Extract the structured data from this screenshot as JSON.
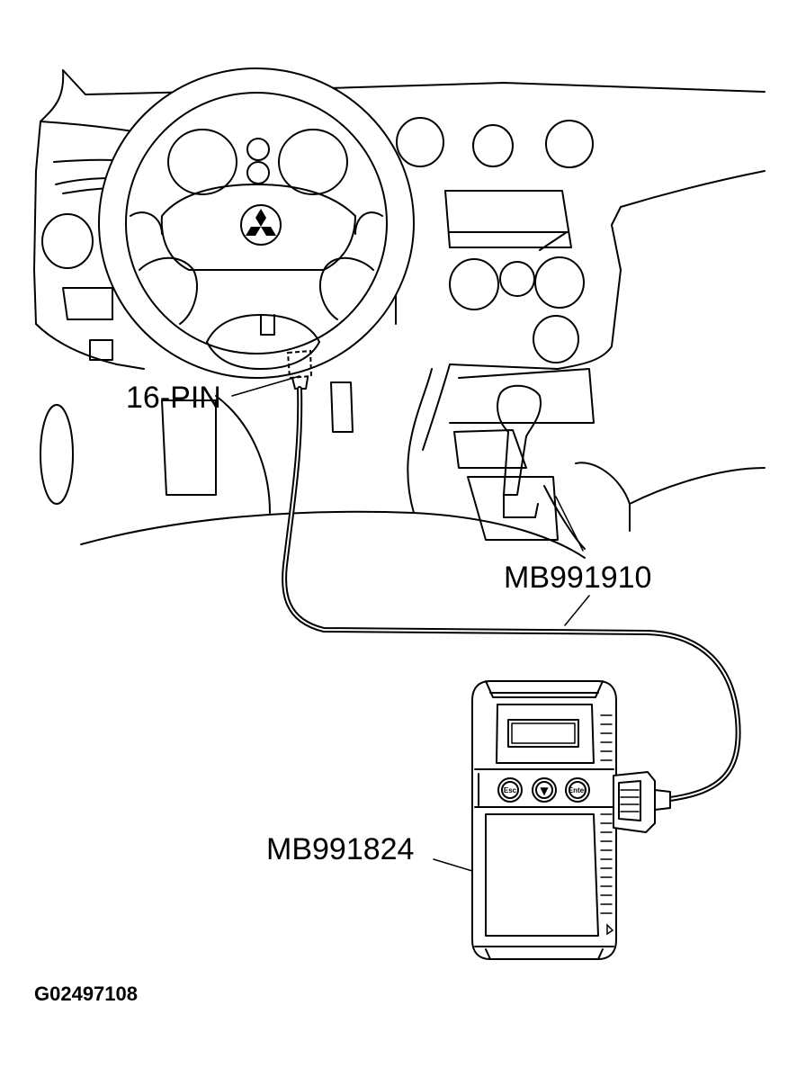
{
  "labels": {
    "connector": "16-PIN",
    "cable": "MB991910",
    "device": "MB991824",
    "figure_id": "G02497108"
  },
  "device_buttons": {
    "left": "Esc",
    "middle": "▼",
    "right": "Enter"
  },
  "colors": {
    "ink": "#000000",
    "paper": "#ffffff"
  },
  "icons": [
    "steering-wheel-icon",
    "mitsubishi-logo-icon",
    "dashboard-icon",
    "gear-shifter-icon",
    "diagnostic-tool-icon",
    "cable-icon"
  ]
}
